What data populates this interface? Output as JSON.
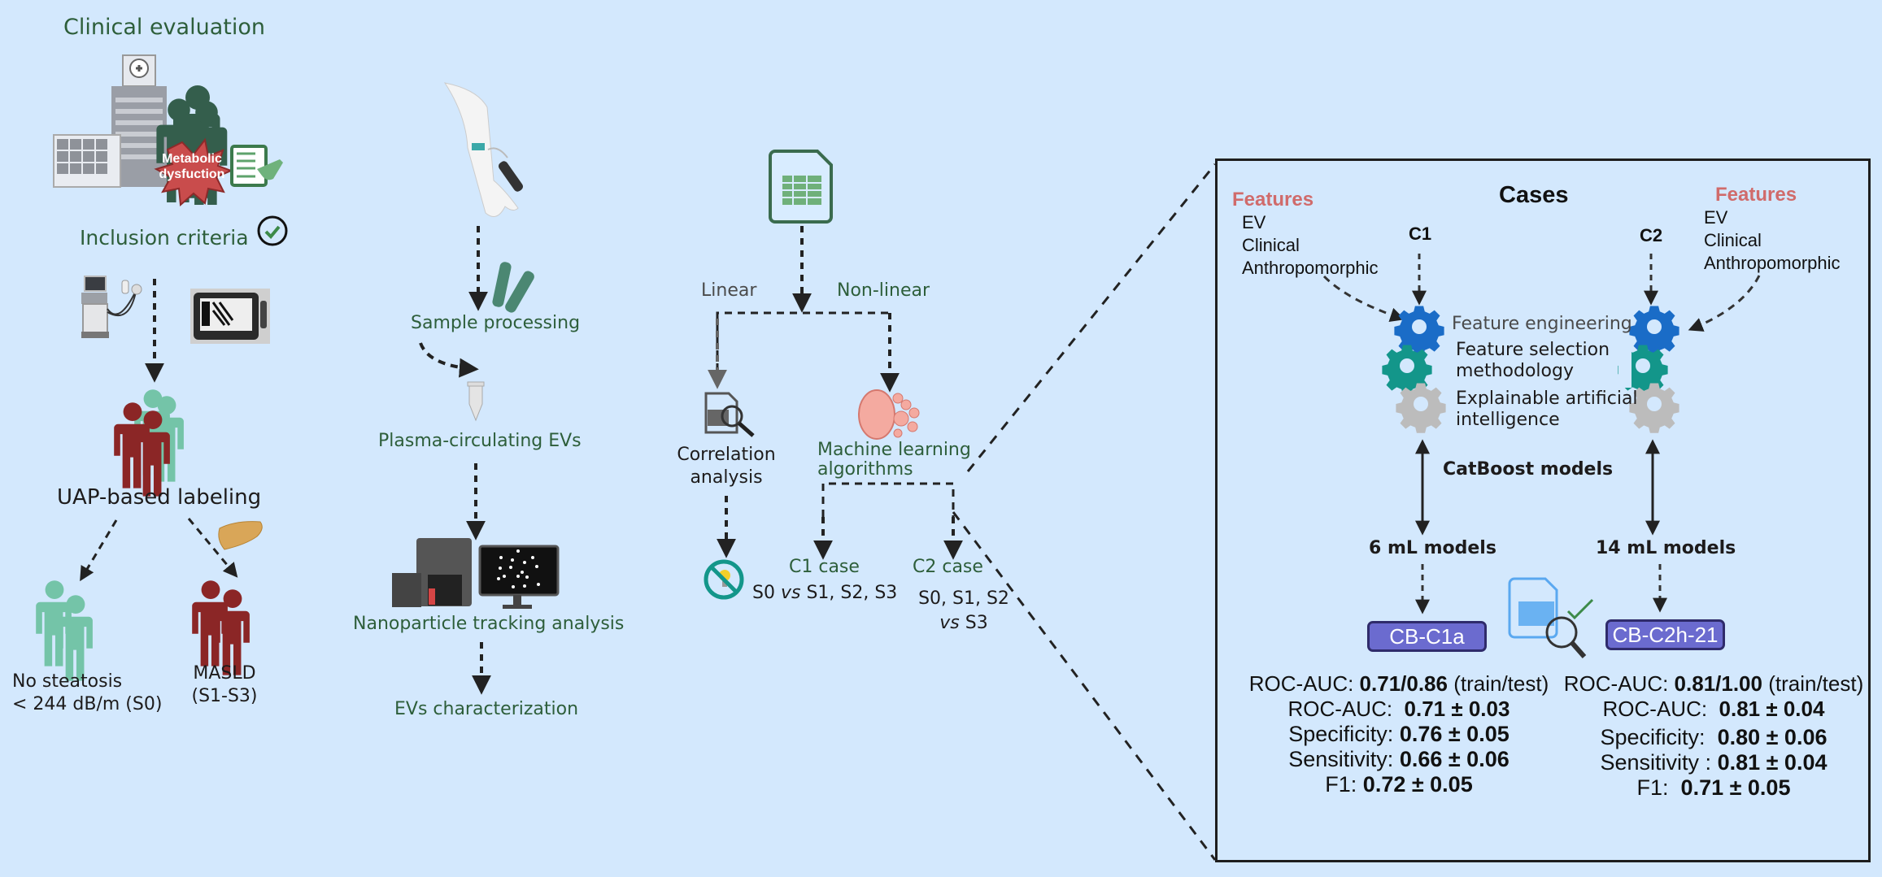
{
  "colors": {
    "background": "#d3e8fd",
    "green_text": "#2d5e3a",
    "features_title": "#d06b6b",
    "model_box": "#6b6bcf",
    "healthy_people": "#74c4a8",
    "masld_people": "#8b2626",
    "gear_blue": "#1a6cc7",
    "gear_teal": "#13968a",
    "gear_grey": "#bcbcbc"
  },
  "clinical": {
    "title": "Clinical evaluation",
    "badge": "Metabolic dysfuction",
    "inclusion": "Inclusion criteria",
    "labeling": "UAP-based labeling",
    "no_steatosis_line1": "No steatosis",
    "no_steatosis_line2": "< 244 dB/m (S0)",
    "masld_line1": "MASLD",
    "masld_line2": "(S1-S3)"
  },
  "sample": {
    "processing": "Sample processing",
    "plasma": "Plasma-circulating EVs",
    "nta": "Nanoparticle tracking analysis",
    "characterization": "EVs characterization"
  },
  "analysis": {
    "linear": "Linear",
    "nonlinear": "Non-linear",
    "correlation_line1": "Correlation",
    "correlation_line2": "analysis",
    "ml_line1": "Machine learning",
    "ml_line2": "algorithms",
    "c1_title": "C1 case",
    "c1_desc_a": "S0 ",
    "c1_desc_vs": "vs",
    "c1_desc_b": " S1, S2, S3",
    "c2_title": "C2 case",
    "c2_desc_line1": "S0, S1, S2",
    "c2_desc_vs": "vs",
    "c2_desc_b": " S3"
  },
  "cases_panel": {
    "title": "Cases",
    "features_left": {
      "title": "Features",
      "items": [
        "EV",
        "Clinical",
        "Anthropomorphic"
      ]
    },
    "features_right": {
      "title": "Features",
      "items": [
        "EV",
        "Clinical",
        "Anthropomorphic"
      ]
    },
    "c1_label": "C1",
    "c2_label": "C2",
    "steps": {
      "engineering": "Feature engineering",
      "selection_line1": "Feature selection",
      "selection_line2": "methodology",
      "xai_line1": "Explainable artificial",
      "xai_line2": "intelligence"
    },
    "catboost": "CatBoost models",
    "c1_models": "6 mL models",
    "c2_models": "14 mL models",
    "c1_best": "CB-C1a",
    "c2_best": "CB-C2h-21",
    "c1_metrics": {
      "roc_tt_label": "ROC-AUC: ",
      "roc_tt_value": "0.71/0.86",
      "roc_tt_suffix": " (train/test)",
      "roc_label": "ROC-AUC:  ",
      "roc_value": "0.71 ± 0.03",
      "spec_label": "Specificity: ",
      "spec_value": "0.76 ± 0.05",
      "sens_label": "Sensitivity: ",
      "sens_value": "0.66 ± 0.06",
      "f1_label": "F1: ",
      "f1_value": "0.72 ± 0.05"
    },
    "c2_metrics": {
      "roc_tt_label": "ROC-AUC: ",
      "roc_tt_value": "0.81/1.00",
      "roc_tt_suffix": " (train/test)",
      "roc_label": "ROC-AUC:  ",
      "roc_value": "0.81 ± 0.04",
      "spec_label": "Specificity:  ",
      "spec_value": "0.80 ± 0.06",
      "sens_label": "Sensitivity : ",
      "sens_value": "0.81 ± 0.04",
      "f1_label": "F1:  ",
      "f1_value": "0.71 ± 0.05"
    }
  }
}
